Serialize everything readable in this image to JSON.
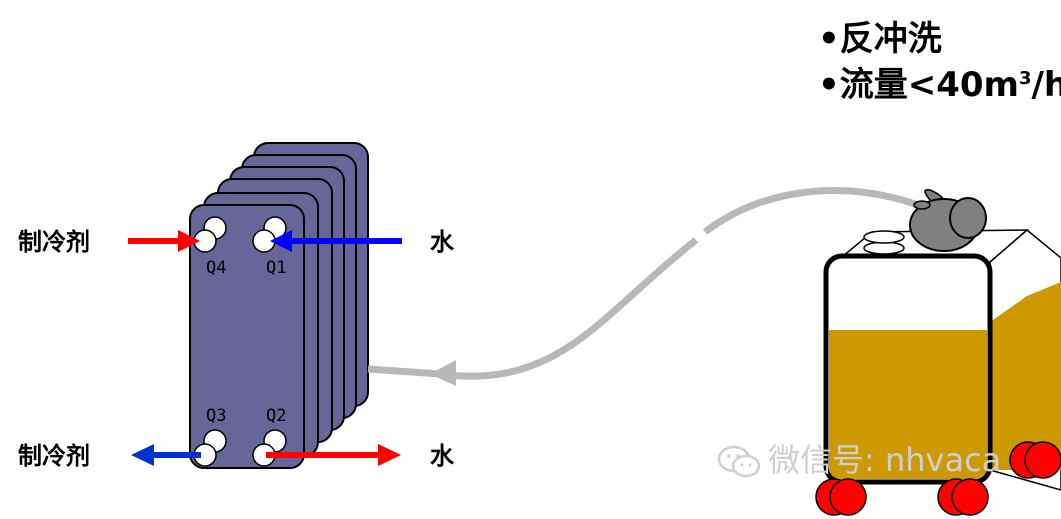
{
  "notes": {
    "line1": "•反冲洗",
    "line2_prefix": "•流量<40m",
    "line2_sup": "3",
    "line2_suffix": "/h"
  },
  "labels": {
    "refrigerant_in": "制冷剂",
    "refrigerant_out": "制冷剂",
    "water_in": "水",
    "water_out": "水"
  },
  "ports": {
    "q4": "Q4",
    "q1": "Q1",
    "q3": "Q3",
    "q2": "Q2"
  },
  "watermark": {
    "text": "微信号: nhvaca"
  },
  "colors": {
    "plate": "#666699",
    "refrigerant_in_arrow": "#ff0000",
    "refrigerant_out_arrow": "#0033cc",
    "water_in_arrow": "#0000ff",
    "water_out_arrow": "#ff0000",
    "hose": "#b8b8b8",
    "tank_liquid": "#cc9900",
    "pump": "#808080",
    "wheel": "#ff0000"
  }
}
